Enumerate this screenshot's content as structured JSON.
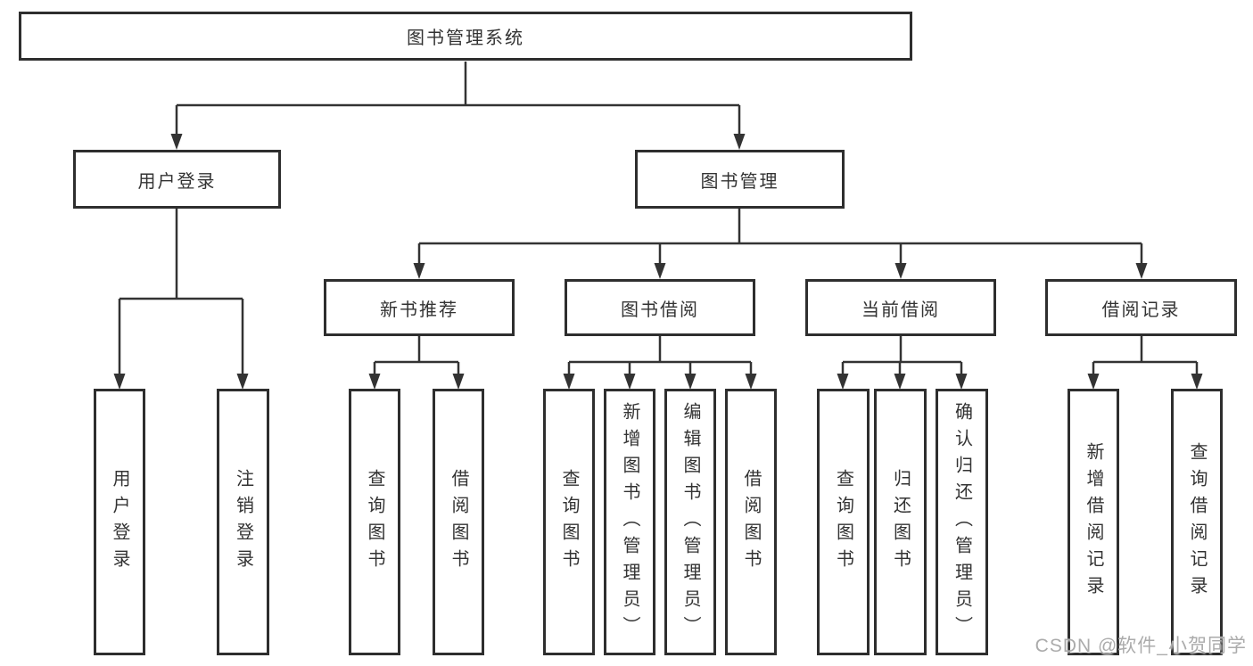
{
  "diagram": {
    "tree": {
      "label": "图书管理系统",
      "children": [
        {
          "label": "用户登录",
          "children": [
            {
              "label": "用户登录"
            },
            {
              "label": "注销登录"
            }
          ]
        },
        {
          "label": "图书管理",
          "children": [
            {
              "label": "新书推荐",
              "children": [
                {
                  "label": "查询图书"
                },
                {
                  "label": "借阅图书"
                }
              ]
            },
            {
              "label": "图书借阅",
              "children": [
                {
                  "label": "查询图书"
                },
                {
                  "label": "新增图书（管理员）"
                },
                {
                  "label": "编辑图书（管理员）"
                },
                {
                  "label": "借阅图书"
                }
              ]
            },
            {
              "label": "当前借阅",
              "children": [
                {
                  "label": "查询图书"
                },
                {
                  "label": "归还图书"
                },
                {
                  "label": "确认归还（管理员）"
                }
              ]
            },
            {
              "label": "借阅记录",
              "children": [
                {
                  "label": "新增借阅记录"
                },
                {
                  "label": "查询借阅记录"
                }
              ]
            }
          ]
        }
      ]
    },
    "watermark": "CSDN @软件_小贺同学",
    "colors": {
      "line": "#333333",
      "border": "#2e2e2e",
      "text": "#333333",
      "watermark": "#ababab",
      "background": "#ffffff"
    }
  }
}
